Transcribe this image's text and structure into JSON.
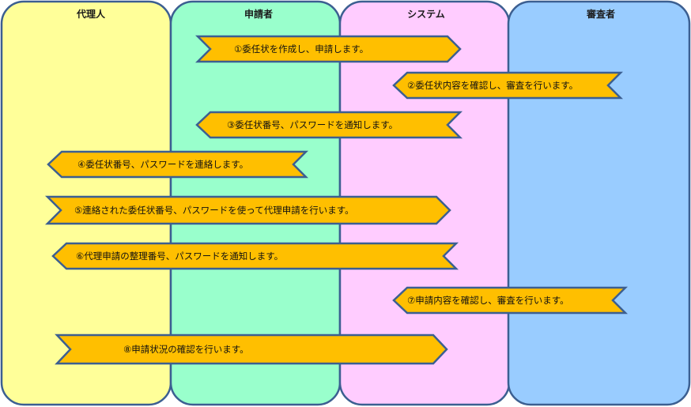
{
  "lanes": [
    {
      "id": "agent",
      "title": "代理人",
      "fill": "#ffff99"
    },
    {
      "id": "applicant",
      "title": "申請者",
      "fill": "#99ffcc"
    },
    {
      "id": "system",
      "title": "システム",
      "fill": "#ffccff"
    },
    {
      "id": "reviewer",
      "title": "審査者",
      "fill": "#99ccff"
    }
  ],
  "steps": [
    {
      "label": "①委任状を作成し、申請します。",
      "direction": "right"
    },
    {
      "label": "②委任状内容を確認し、審査を行います。",
      "direction": "left"
    },
    {
      "label": "③委任状番号、パスワードを通知します。",
      "direction": "left"
    },
    {
      "label": "④委任状番号、パスワードを連絡します。",
      "direction": "left"
    },
    {
      "label": "⑤連絡された委任状番号、パスワードを使って代理申請を行います。",
      "direction": "right"
    },
    {
      "label": "⑥代理申請の整理番号、パスワードを通知します。",
      "direction": "left"
    },
    {
      "label": "⑦申請内容を確認し、審査を行います。",
      "direction": "left"
    },
    {
      "label": "⑧申請状況の確認を行います。",
      "direction": "right"
    }
  ],
  "colors": {
    "arrow_fill": "#ffbf00",
    "outline": "#3c5f91"
  }
}
